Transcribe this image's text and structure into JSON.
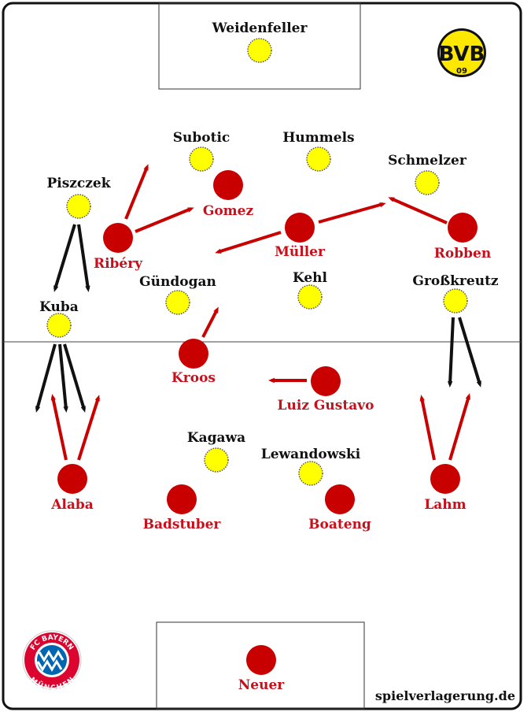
{
  "colors": {
    "bvb": "#ffff00",
    "bayern": "#c80000",
    "arrow_red": "#c80000",
    "arrow_black": "#111111"
  },
  "teams": {
    "bvb": {
      "logo_text": "BVB",
      "logo_sub": "09",
      "players": [
        "Weidenfeller",
        "Subotic",
        "Hummels",
        "Schmelzer",
        "Piszczek",
        "Gündogan",
        "Kehl",
        "Großkreutz",
        "Kuba",
        "Kagawa",
        "Lewandowski"
      ]
    },
    "bayern": {
      "logo_top": "FC BAYERN",
      "logo_bottom": "MÜNCHEN",
      "players": [
        "Gomez",
        "Ribéry",
        "Müller",
        "Robben",
        "Kroos",
        "Luiz Gustavo",
        "Alaba",
        "Lahm",
        "Badstuber",
        "Boateng",
        "Neuer"
      ]
    }
  },
  "credit": "spielverlagerung.de"
}
